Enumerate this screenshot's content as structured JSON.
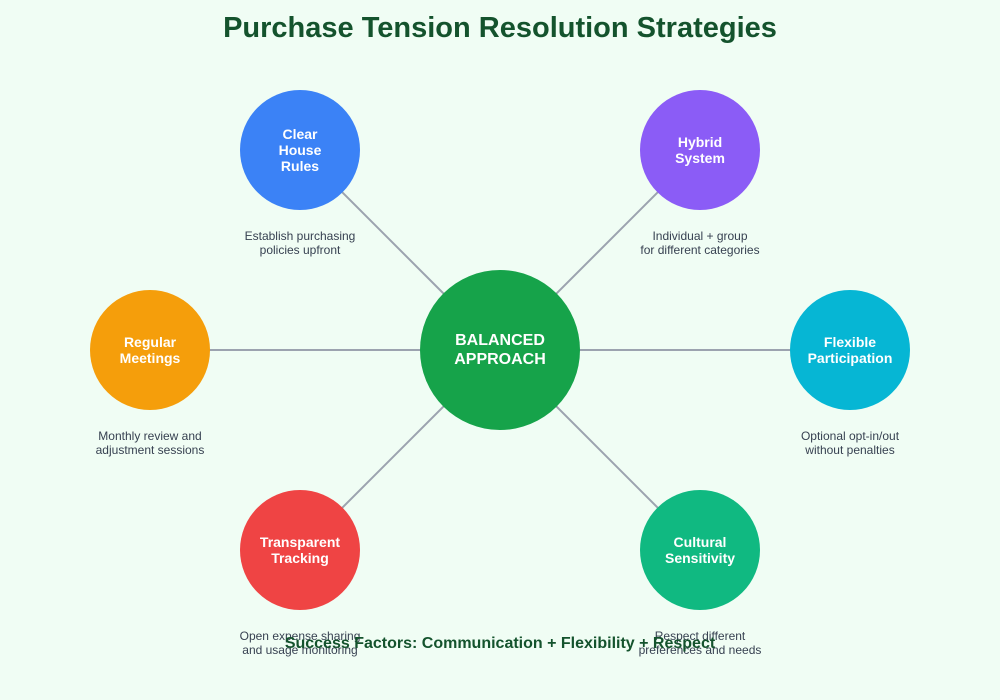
{
  "title": "Purchase Tension Resolution Strategies",
  "center": {
    "label": "BALANCED\nAPPROACH",
    "color": "#16a34a"
  },
  "nodes": [
    {
      "id": "clear-house-rules",
      "label": "Clear\nHouse\nRules",
      "desc": "Establish purchasing\npolicies upfront",
      "color": "#3b82f6"
    },
    {
      "id": "hybrid-system",
      "label": "Hybrid\nSystem",
      "desc": "Individual + group\nfor different categories",
      "color": "#8b5cf6"
    },
    {
      "id": "regular-meetings",
      "label": "Regular\nMeetings",
      "desc": "Monthly review and\nadjustment sessions",
      "color": "#f59e0b"
    },
    {
      "id": "flexible-participation",
      "label": "Flexible\nParticipation",
      "desc": "Optional opt-in/out\nwithout penalties",
      "color": "#06b6d4"
    },
    {
      "id": "transparent-tracking",
      "label": "Transparent\nTracking",
      "desc": "Open expense sharing\nand usage monitoring",
      "color": "#ef4444"
    },
    {
      "id": "cultural-sensitivity",
      "label": "Cultural\nSensitivity",
      "desc": "Respect different\npreferences and needs",
      "color": "#10b981"
    }
  ],
  "footer": "Success Factors: Communication + Flexibility + Respect"
}
